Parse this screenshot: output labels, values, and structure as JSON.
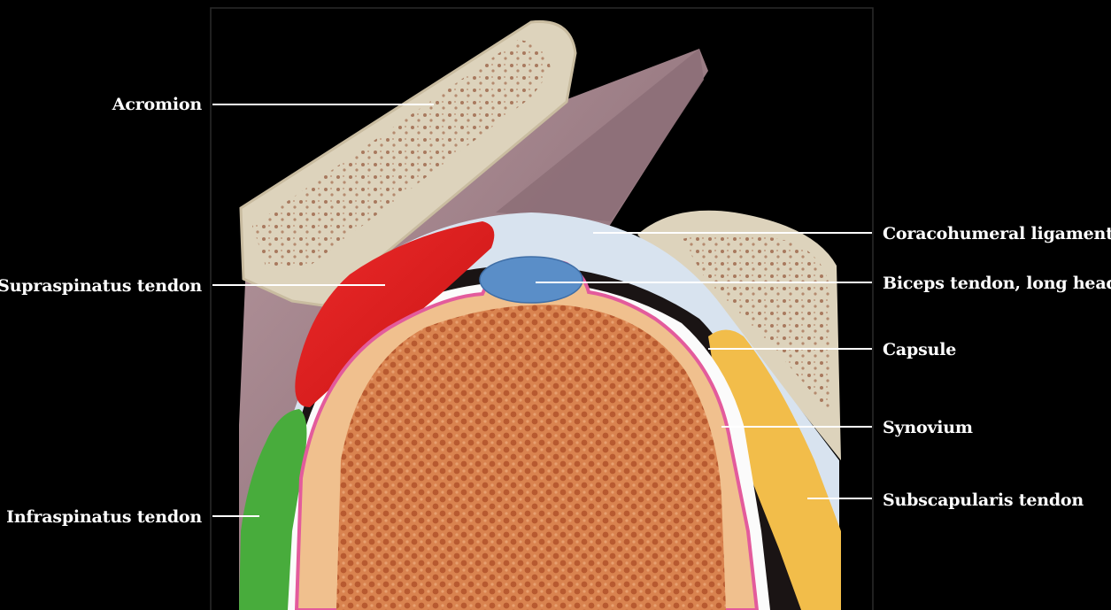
{
  "labels": {
    "acromion": "Acromion",
    "supraspinatus": "Supraspinatus tendon",
    "infraspinatus": "Infraspinatus tendon",
    "coracohumeral": "Coracohumeral ligament",
    "biceps": "Biceps tendon, long head",
    "capsule": "Capsule",
    "synovium": "Synovium",
    "subscapularis": "Subscapularis tendon"
  },
  "colors": {
    "background": "#000000",
    "bone_cortex": "#ddd3bc",
    "marrow_dot": "#a8795e",
    "muscle_mauve": "#9c7d86",
    "supraspinatus": "#dd1c1c",
    "infraspinatus": "#48ac3c",
    "subscapularis": "#f2bd4a",
    "biceps": "#5a8ec8",
    "ligament": "#d8e3ef",
    "humeral_cortex": "#f0c08e",
    "humeral_marrow": "#d9834f",
    "synovium_line": "#e35b9c",
    "capsule_fill": "#1a1414"
  }
}
